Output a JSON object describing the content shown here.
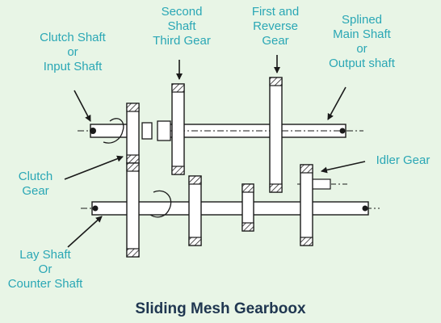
{
  "diagram": {
    "labels": {
      "clutch_shaft": [
        "Clutch Shaft",
        "or",
        "Input Shaft"
      ],
      "second_shaft": [
        "Second",
        "Shaft",
        "Third Gear"
      ],
      "first_reverse": [
        "First and",
        "Reverse",
        "Gear"
      ],
      "splined_main": [
        "Splined",
        "Main Shaft",
        "or",
        "Output shaft"
      ],
      "idler_gear": [
        "Idler Gear"
      ],
      "clutch_gear": [
        "Clutch",
        "Gear"
      ],
      "lay_shaft": [
        "Lay Shaft",
        "Or",
        "Counter Shaft"
      ]
    },
    "caption": "Sliding Mesh Gearboox",
    "colors": {
      "background": "#e8f5e6",
      "label": "#2aa7b5",
      "caption": "#1f3650",
      "line": "#1a1a1a"
    }
  }
}
